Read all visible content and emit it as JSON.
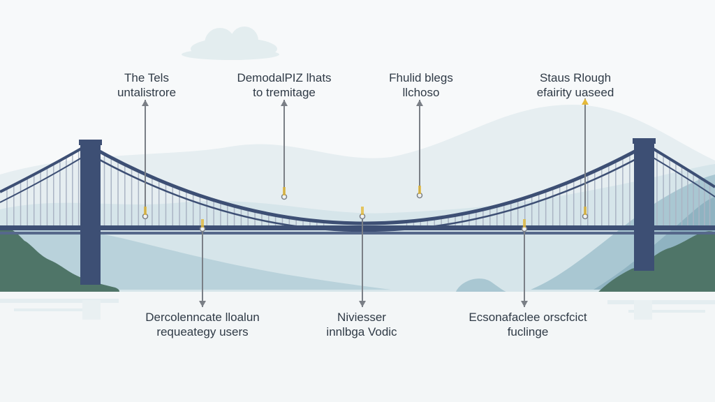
{
  "colors": {
    "sky": "#f7f9fa",
    "hill_light": "#dfeaee",
    "hill_mid": "#bfd6df",
    "hill_dark": "#9ec1cd",
    "trees": "#4f7568",
    "bridge": "#3d4f74",
    "cable": "#3d4f74",
    "hanger": "#aab4c4",
    "arrow": "#7a7f86",
    "accent": "#e4b93a",
    "water": "#f4f7f8",
    "text": "#2f3a46"
  },
  "labels": {
    "top": [
      {
        "line1": "The Tels",
        "line2": "untalistrore"
      },
      {
        "line1": "DemodalPIZ lhats",
        "line2": "to tremitage"
      },
      {
        "line1": "Fhulid blegs",
        "line2": "llchoso"
      },
      {
        "line1": "Staus Rlough",
        "line2": "efairity uaseed"
      }
    ],
    "bottom": [
      {
        "line1": "Dercolenncate lloalun",
        "line2": "requeategy users"
      },
      {
        "line1": "Niviesser",
        "line2": "innlbga Vodic"
      },
      {
        "line1": "Ecsonafaclee orscfcict",
        "line2": "fuclinge"
      }
    ]
  }
}
